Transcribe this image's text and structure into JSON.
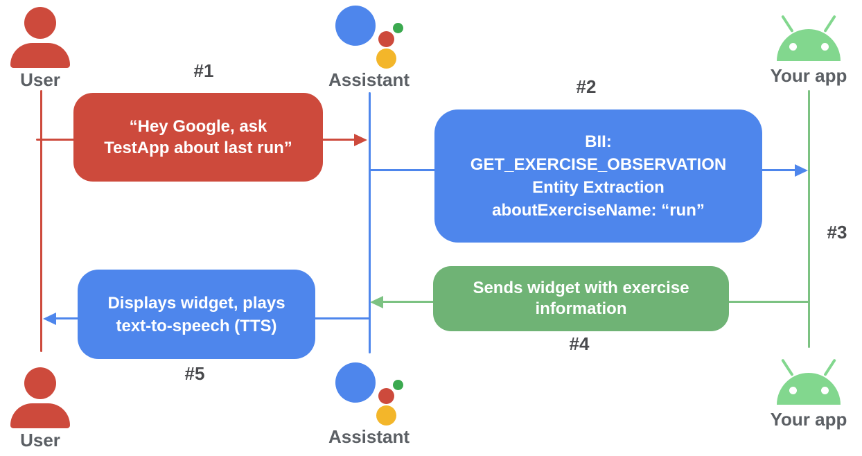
{
  "colors": {
    "red": "#cd4a3c",
    "blue": "#4e86ec",
    "green_box": "#6fb375",
    "green_line": "#7cc282",
    "android_green": "#82d78e",
    "logo_green": "#3ba94f",
    "logo_yellow": "#f3b62a",
    "actor_label_gray": "#5b5f64",
    "step_label_gray": "#48494c"
  },
  "actors": {
    "user_top": {
      "label": "User"
    },
    "assistant_top": {
      "label": "Assistant"
    },
    "app_top": {
      "label": "Your app"
    },
    "user_bottom": {
      "label": "User"
    },
    "assistant_bottom": {
      "label": "Assistant"
    },
    "app_bottom": {
      "label": "Your app"
    }
  },
  "steps": {
    "s1": "#1",
    "s2": "#2",
    "s3": "#3",
    "s4": "#4",
    "s5": "#5"
  },
  "messages": {
    "m1": "“Hey Google, ask\nTestApp about last run”",
    "m2": "BII:\nGET_EXERCISE_OBSERVATION\nEntity Extraction\naboutExerciseName: “run”",
    "m4": "Sends widget with exercise\ninformation",
    "m5": "Displays widget, plays\ntext-to-speech (TTS)"
  }
}
